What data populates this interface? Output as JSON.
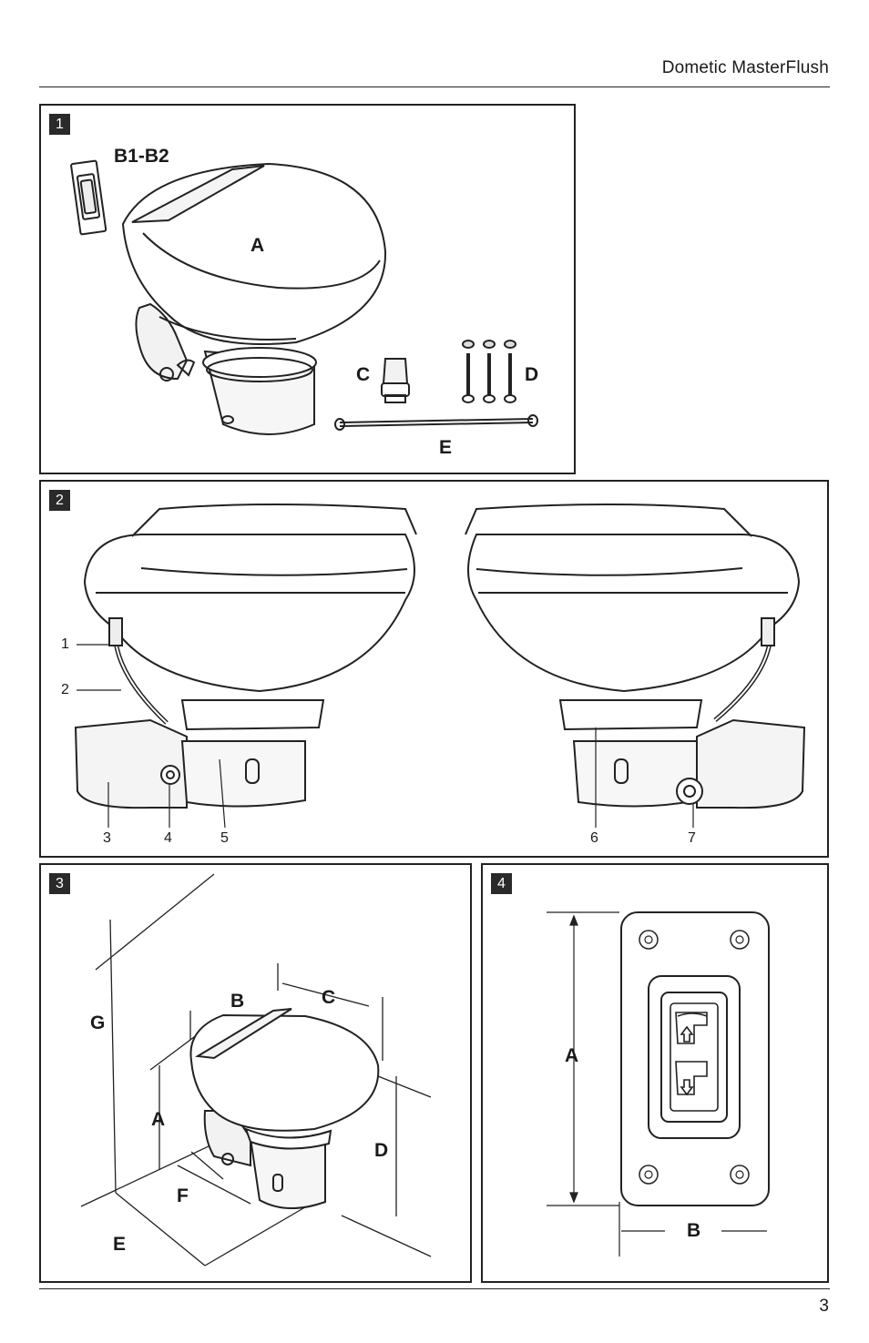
{
  "header": {
    "title": "Dometic MasterFlush"
  },
  "footer": {
    "page_number": "3"
  },
  "figure1": {
    "number": "1",
    "labels": {
      "switch": "B1-B2",
      "toilet": "A",
      "adapter": "C",
      "screws": "D",
      "hose": "E"
    }
  },
  "figure2": {
    "number": "2",
    "callouts": [
      "1",
      "2",
      "3",
      "4",
      "5",
      "6",
      "7"
    ]
  },
  "figure3": {
    "number": "3",
    "dimensions": {
      "g": "G",
      "b": "B",
      "c": "C",
      "a": "A",
      "d": "D",
      "f": "F",
      "e": "E"
    }
  },
  "figure4": {
    "number": "4",
    "dimensions": {
      "a": "A",
      "b": "B"
    }
  }
}
